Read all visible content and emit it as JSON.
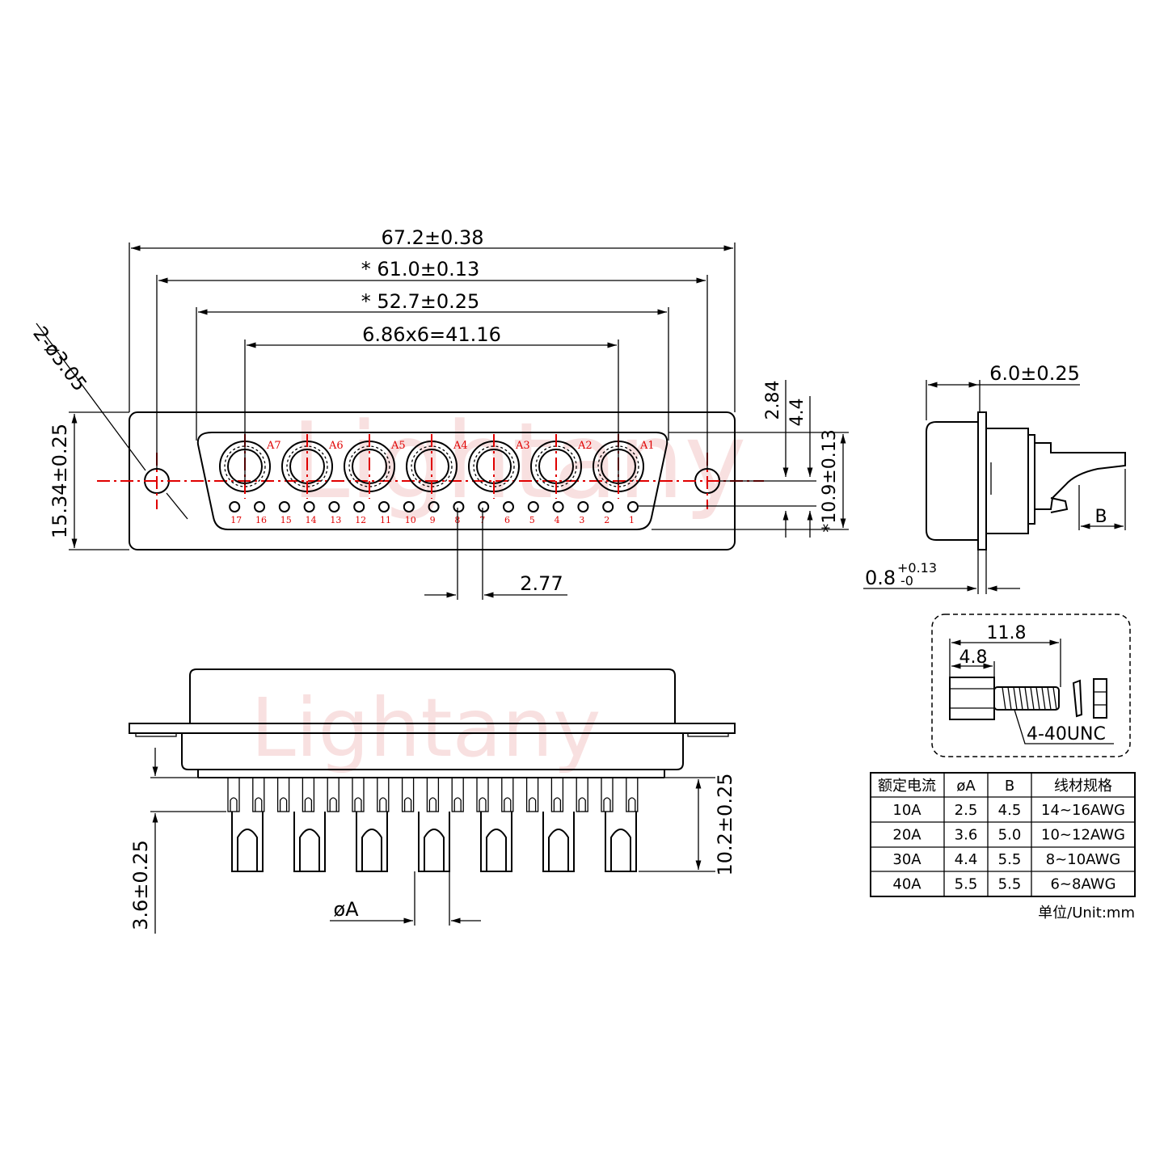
{
  "watermark": "Lightany",
  "front_view": {
    "dims": {
      "overall_width": "67.2±0.38",
      "mount_hole_spacing": "* 61.0±0.13",
      "shell_width": "* 52.7±0.25",
      "contact_pitch": "6.86x6=41.16",
      "hole_callout": "2-ø3.05",
      "flange_height": "15.34±0.25",
      "row_offset": "2.84",
      "shell_upper": "4.4",
      "shell_height": "*10.9±0.13",
      "signal_pitch": "2.77"
    },
    "power_contacts": [
      "A1",
      "A2",
      "A3",
      "A4",
      "A5",
      "A6",
      "A7"
    ],
    "signal_contacts": [
      "1",
      "2",
      "3",
      "4",
      "5",
      "6",
      "7",
      "8",
      "9",
      "10",
      "11",
      "12",
      "13",
      "14",
      "15",
      "16",
      "17"
    ]
  },
  "side_view": {
    "dims": {
      "depth": "6.0±0.25",
      "flange_thickness": "0.8",
      "tol_plus": "+0.13",
      "tol_minus": "-0",
      "b_label": "B"
    }
  },
  "bottom_view": {
    "dims": {
      "tail_length": "10.2±0.25",
      "standoff": "3.6±0.25",
      "diameter": "øA"
    }
  },
  "screw_detail": {
    "length": "11.8",
    "head_length": "4.8",
    "thread": "4-40UNC"
  },
  "spec_table": {
    "headers": [
      "额定电流",
      "øA",
      "B",
      "线材规格"
    ],
    "rows": [
      [
        "10A",
        "2.5",
        "4.5",
        "14~16AWG"
      ],
      [
        "20A",
        "3.6",
        "5.0",
        "10~12AWG"
      ],
      [
        "30A",
        "4.4",
        "5.5",
        "8~10AWG"
      ],
      [
        "40A",
        "5.5",
        "5.5",
        "6~8AWG"
      ]
    ],
    "unit": "单位/Unit:mm"
  },
  "colors": {
    "line": "#000000",
    "centerline": "#e00000",
    "label": "#e00000"
  }
}
